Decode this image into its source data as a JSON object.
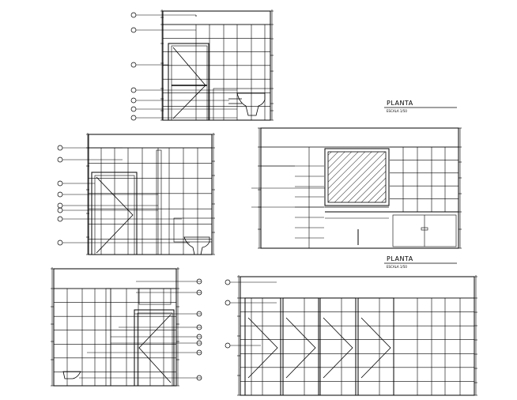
{
  "labels": {
    "planta_1": "PLANTA",
    "escala_1": "ESCALA 1/50",
    "planta_2": "PLANTA",
    "escala_2": "ESCALA 1/50"
  },
  "colors": {
    "line": "#000000",
    "background": "#ffffff"
  }
}
